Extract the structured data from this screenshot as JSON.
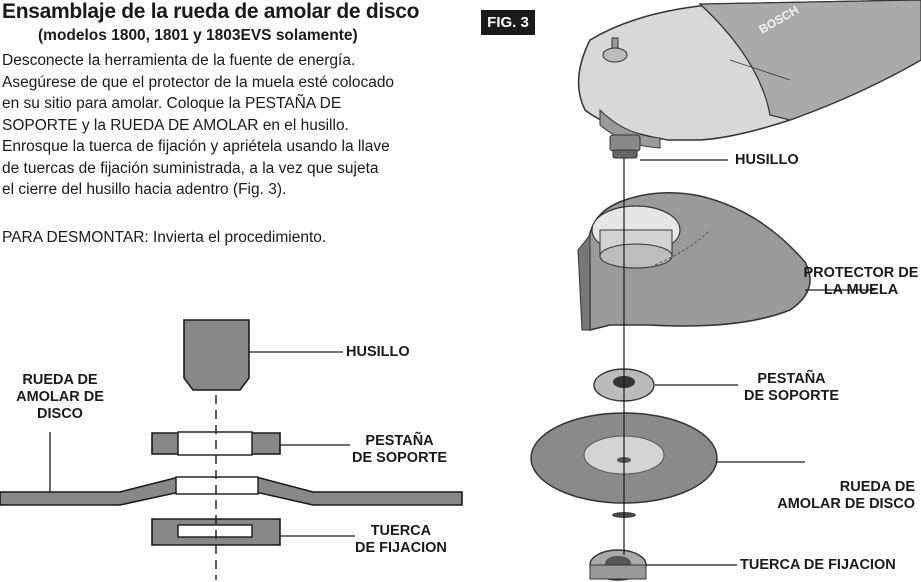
{
  "section": {
    "title": "Ensamblaje de la rueda de amolar de disco",
    "subtitle": "(modelos 1800, 1801 y 1803EVS solamente)",
    "instructions": "Desconecte la herramienta de la fuente de energía.\nAsegúrese de que el protector de la muela esté colocado\nen su sitio para amolar.  Coloque la PESTAÑA DE\nSOPORTE y la RUEDA DE AMOLAR en el husillo.\nEnrosque la tuerca de fijación y apriétela usando la llave\nde tuercas de fijación suministrada, a la vez que sujeta\nel cierre del husillo hacia adentro (Fig. 3).",
    "removal": "PARA DESMONTAR:  Invierta el procedimiento."
  },
  "cross_section": {
    "labels": {
      "spindle": "HUSILLO",
      "wheel": "RUEDA DE\nAMOLAR DE\nDISCO",
      "flange": "PESTAÑA\nDE SOPORTE",
      "nut": "TUERCA\nDE FIJACION"
    }
  },
  "figure": {
    "badge": "FIG. 3",
    "brand_mark": "BOSCH",
    "labels": {
      "spindle": "HUSILLO",
      "guard": "PROTECTOR DE\nLA MUELA",
      "flange": "PESTAÑA\nDE SOPORTE",
      "wheel": "RUEDA DE\nAMOLAR DE DISCO",
      "nut": "TUERCA DE FIJACION"
    }
  }
}
